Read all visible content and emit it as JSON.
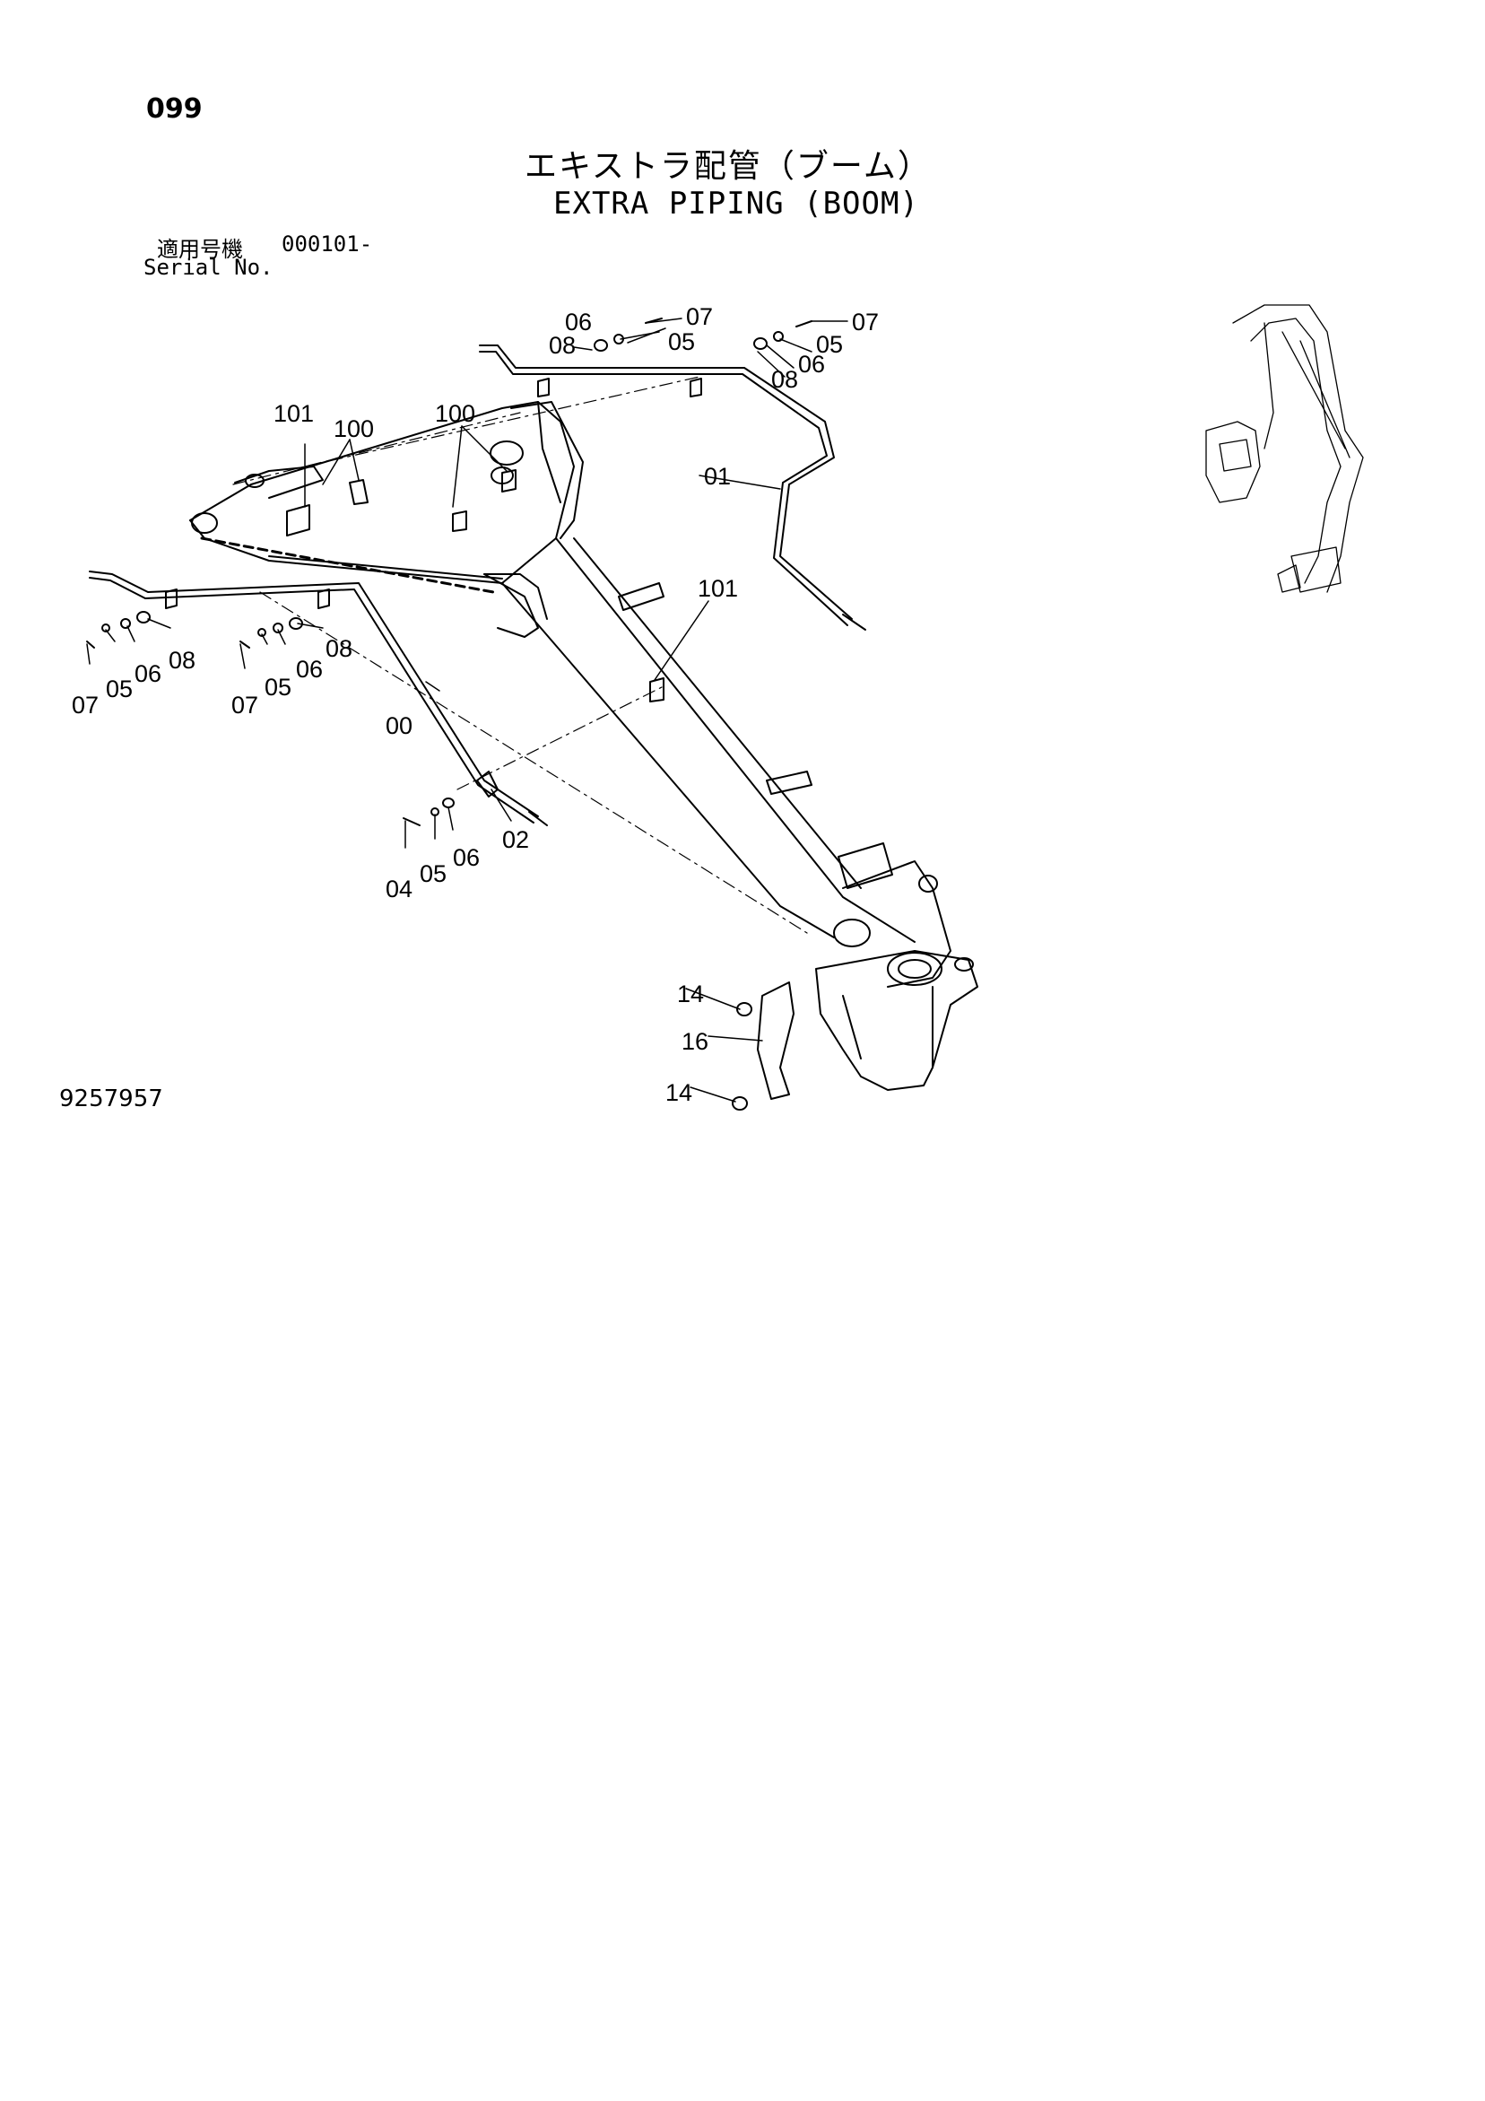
{
  "header": {
    "page_number": "099",
    "title_jp": "エキストラ配管（ブーム）",
    "title_en": "EXTRA PIPING (BOOM)",
    "serial_label_jp": "適用号機",
    "serial_label_en": "Serial No.",
    "serial_value": "000101-"
  },
  "footer": {
    "drawing_number": "9257957"
  },
  "callouts": [
    {
      "id": "c06a",
      "text": "06"
    },
    {
      "id": "c07a",
      "text": "07"
    },
    {
      "id": "c08a",
      "text": "08"
    },
    {
      "id": "c05a",
      "text": "05"
    },
    {
      "id": "c07b",
      "text": "07"
    },
    {
      "id": "c05b",
      "text": "05"
    },
    {
      "id": "c06b",
      "text": "06"
    },
    {
      "id": "c08b",
      "text": "08"
    },
    {
      "id": "c101a",
      "text": "101"
    },
    {
      "id": "c100a",
      "text": "100"
    },
    {
      "id": "c100b",
      "text": "100"
    },
    {
      "id": "c01",
      "text": "01"
    },
    {
      "id": "c101b",
      "text": "101"
    },
    {
      "id": "c08c",
      "text": "08"
    },
    {
      "id": "c06c",
      "text": "06"
    },
    {
      "id": "c05c",
      "text": "05"
    },
    {
      "id": "c07c",
      "text": "07"
    },
    {
      "id": "c08d",
      "text": "08"
    },
    {
      "id": "c06d",
      "text": "06"
    },
    {
      "id": "c05d",
      "text": "05"
    },
    {
      "id": "c07d",
      "text": "07"
    },
    {
      "id": "c00",
      "text": "00"
    },
    {
      "id": "c02",
      "text": "02"
    },
    {
      "id": "c06e",
      "text": "06"
    },
    {
      "id": "c05e",
      "text": "05"
    },
    {
      "id": "c04",
      "text": "04"
    },
    {
      "id": "c14a",
      "text": "14"
    },
    {
      "id": "c16",
      "text": "16"
    },
    {
      "id": "c14b",
      "text": "14"
    }
  ]
}
